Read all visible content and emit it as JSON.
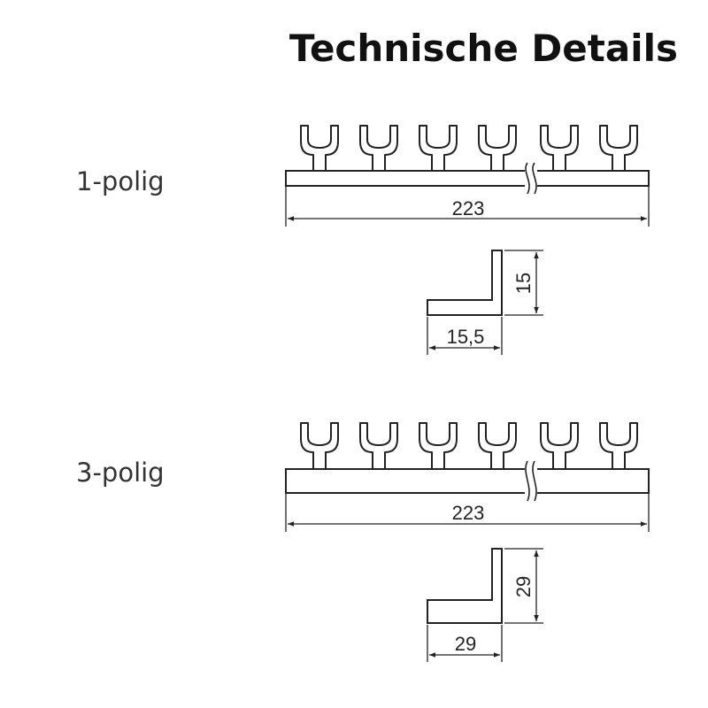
{
  "title": "Technische Details",
  "variants": [
    {
      "label": "1-polig",
      "length": "223",
      "height": "15",
      "width": "15,5"
    },
    {
      "label": "3-polig",
      "length": "223",
      "height": "29",
      "width": "29"
    }
  ]
}
